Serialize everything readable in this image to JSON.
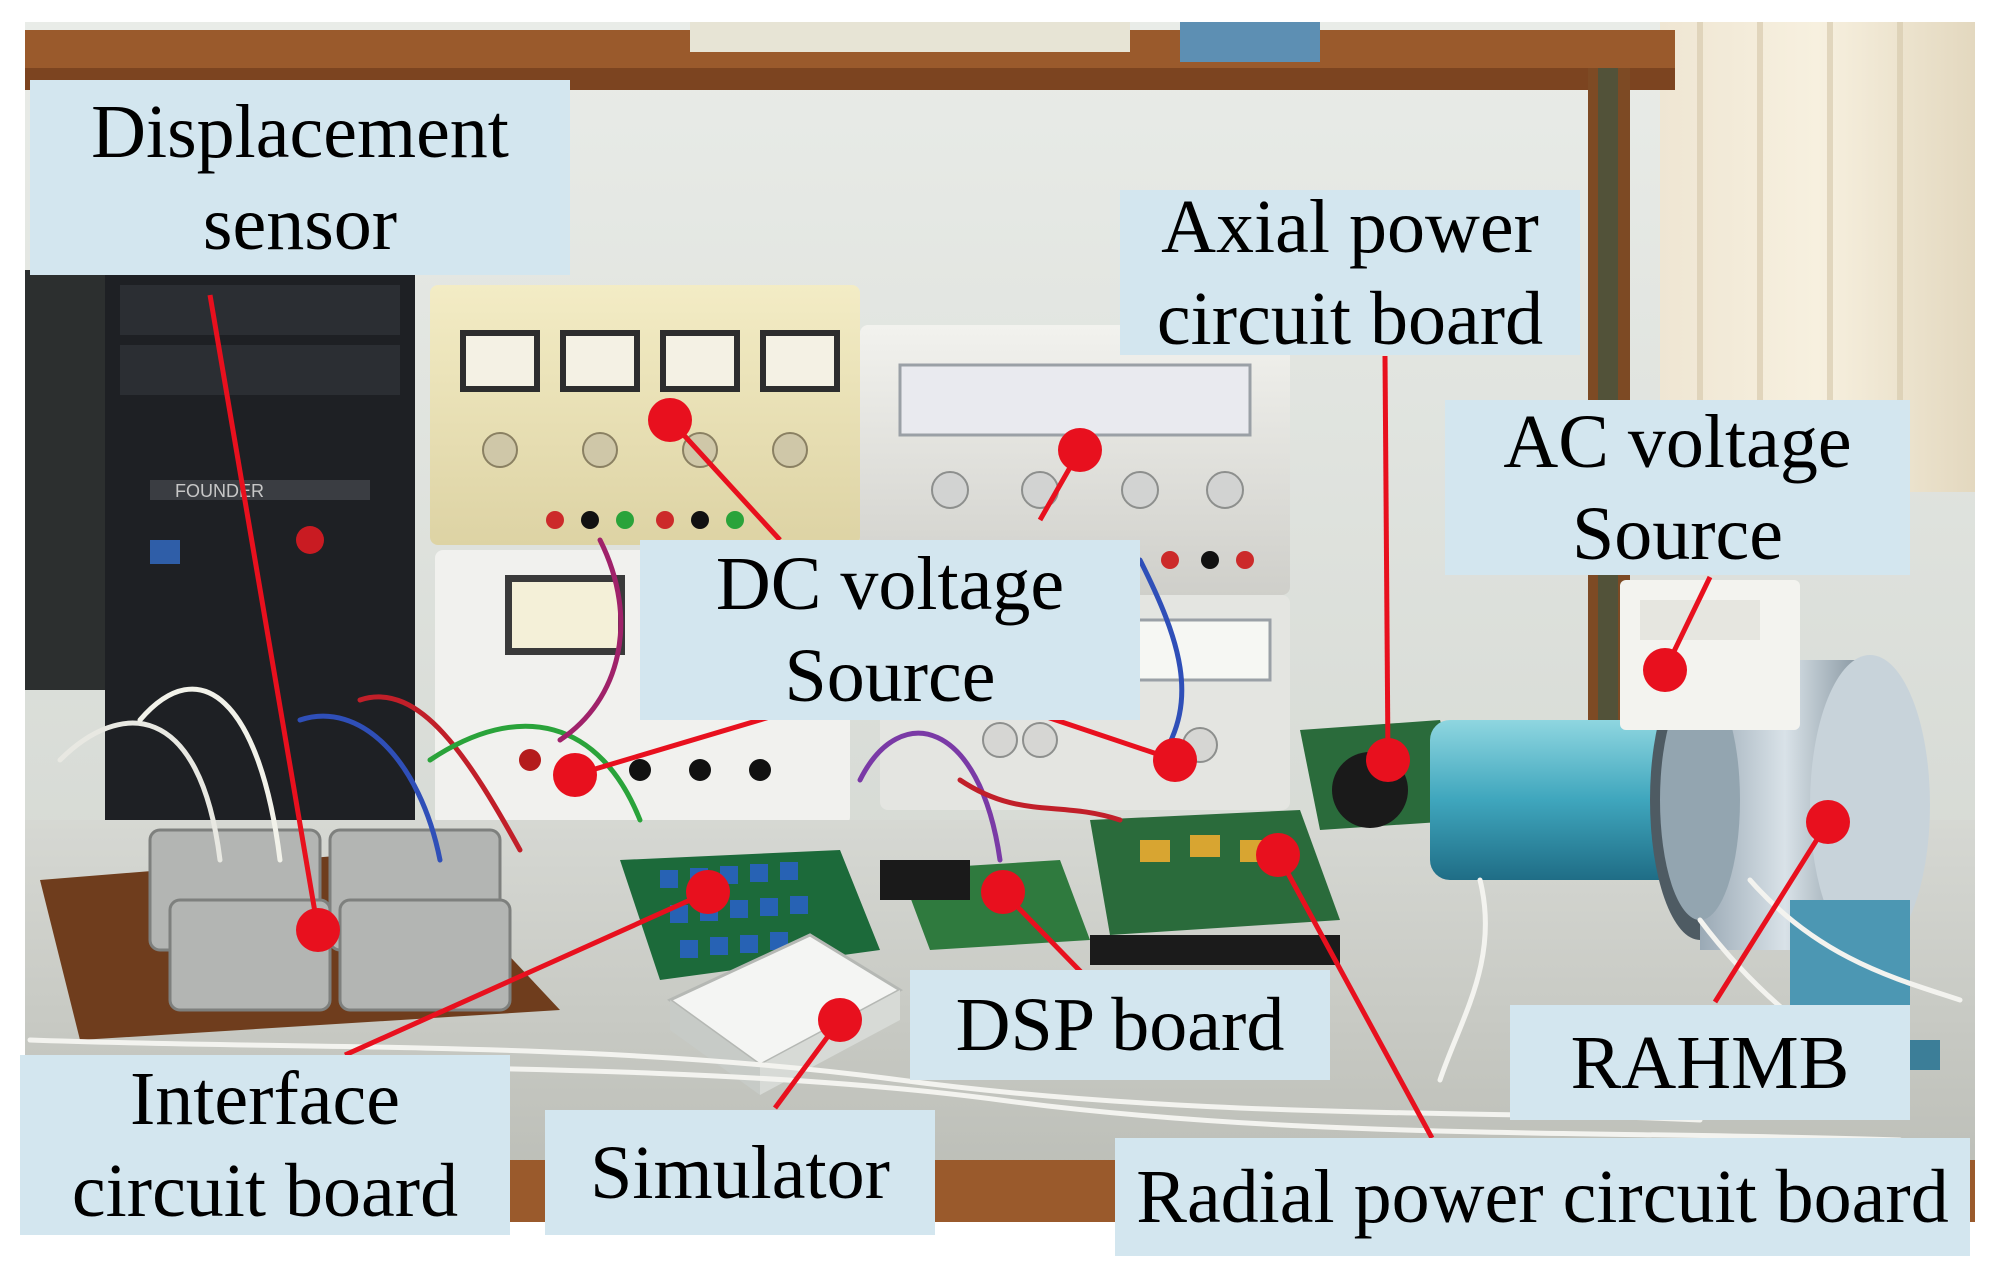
{
  "image_description_labels": {
    "displacement_sensor": "Displacement\nsensor",
    "axial_power": "Axial power\ncircuit board",
    "ac_source": "AC voltage\nSource",
    "dc_source": "DC voltage\nSource",
    "dsp_board": "DSP board",
    "rahmb": "RAHMB",
    "interface_board": "Interface\ncircuit board",
    "simulator": "Simulator",
    "radial_power": "Radial power circuit board"
  },
  "colors": {
    "label_bg": "#d3e6ef",
    "marker": "#e8101e",
    "frame_wood": "#9a5a2c",
    "frame_green": "#2f5a4a"
  }
}
